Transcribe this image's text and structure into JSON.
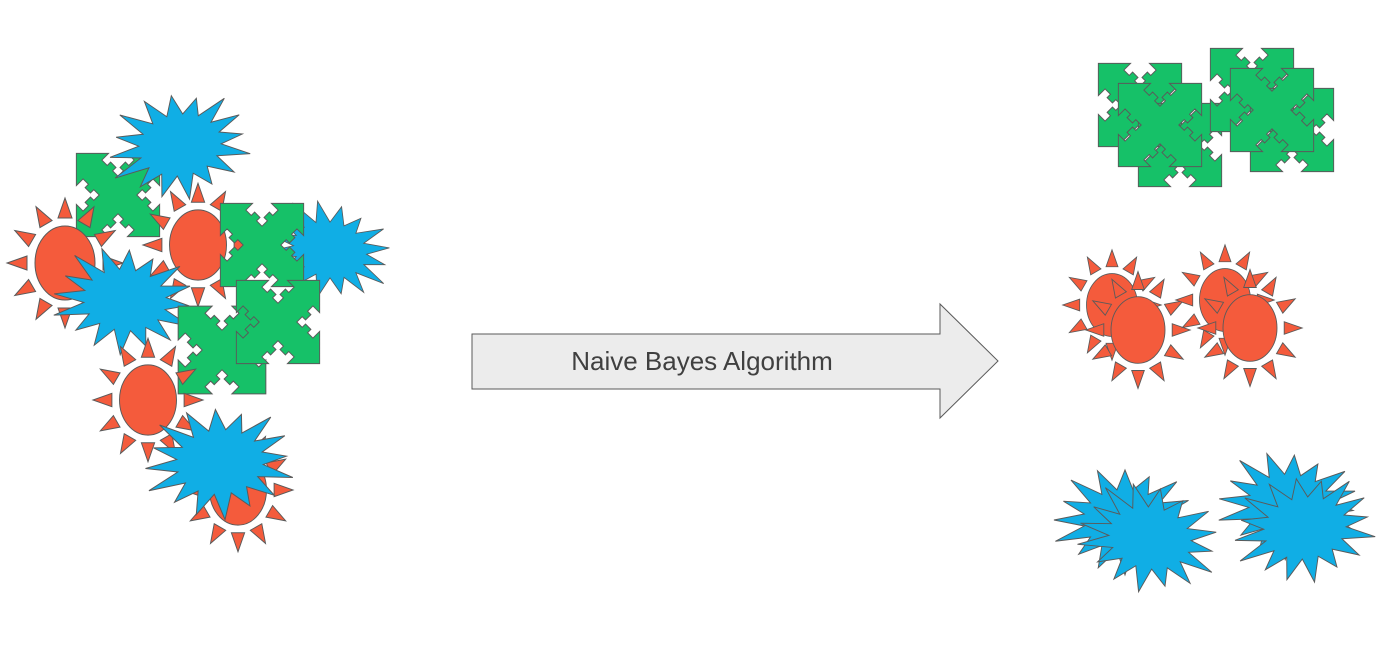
{
  "arrow": {
    "label": "Naive Bayes Algorithm",
    "fill": "#ececec",
    "stroke": "#5a5a5a",
    "text_color": "#404040"
  },
  "colors": {
    "sun": "#f45b3c",
    "star": "#10aee5",
    "plus": "#16c168",
    "outline": "#5a5a5a"
  },
  "groups": {
    "input": {
      "mixed_shapes": [
        "sun-icon",
        "star-burst-icon",
        "plus-arrow-icon"
      ]
    },
    "output": [
      {
        "shape": "plus-arrow-icon",
        "count": 6
      },
      {
        "shape": "sun-icon",
        "count": 4
      },
      {
        "shape": "star-burst-icon",
        "count": 4
      }
    ]
  }
}
